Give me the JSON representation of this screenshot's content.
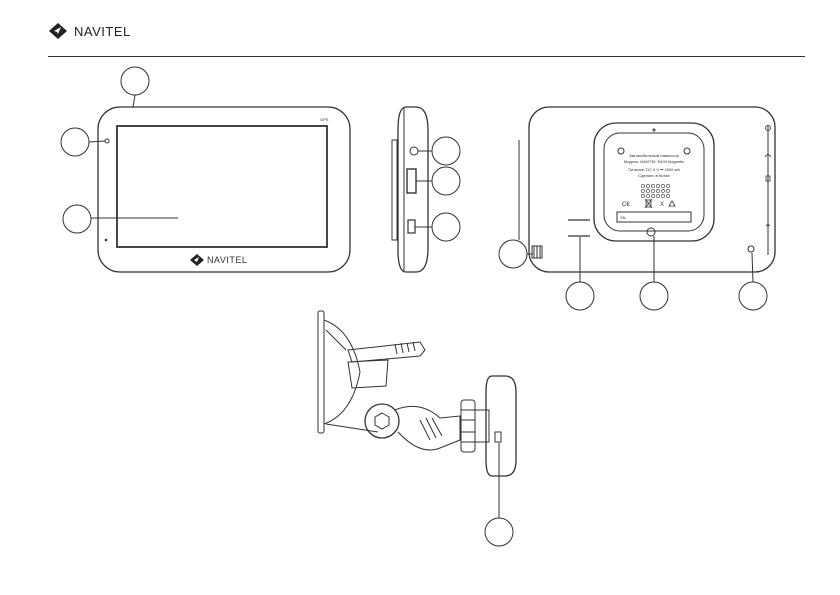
{
  "header": {
    "brand": "NAVITEL"
  },
  "front_view": {
    "screen_label": "GPS",
    "logo": "NAVITEL"
  },
  "back_view": {
    "label_lines": [
      "Автомобильный навигатор",
      "Модель: NAVITEL E400 Magnetic",
      "",
      "Питание: DC 5 V ⎓ 1500 мА",
      "Сделано в Китае"
    ],
    "sn_label": "SN"
  },
  "colors": {
    "line": "#333333",
    "background": "#ffffff"
  },
  "icons": [
    "navitel-logo-icon",
    "callout-circle-icon",
    "ce-mark-icon",
    "weee-bin-icon",
    "recycle-icon",
    "usb-icon",
    "headphone-icon",
    "power-icon"
  ]
}
